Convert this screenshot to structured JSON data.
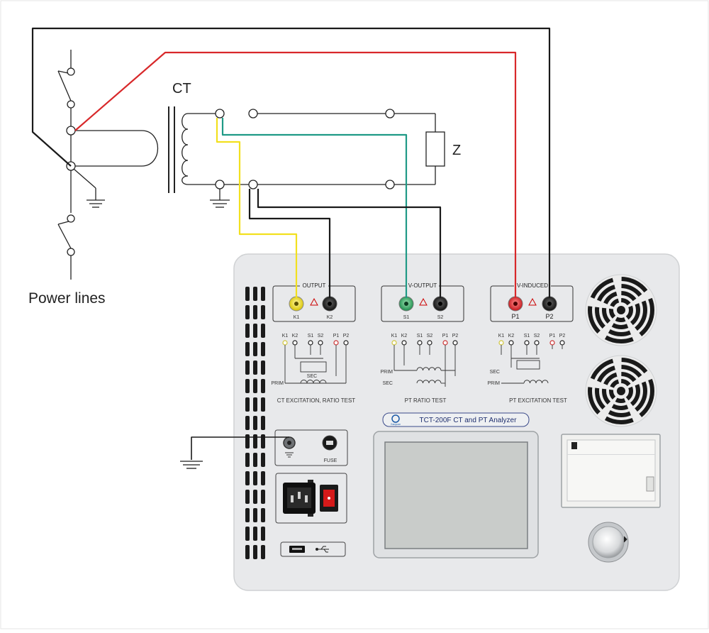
{
  "diagram": {
    "labels": {
      "ct": "CT",
      "z": "Z",
      "power_lines": "Power lines"
    }
  },
  "panel": {
    "output_block": {
      "title": "OUTPUT",
      "left": "K1",
      "right": "K2"
    },
    "v_output_block": {
      "title": "V-OUTPUT",
      "left": "S1",
      "right": "S2"
    },
    "v_induced_block": {
      "title": "V-INDUCED",
      "left": "P1",
      "right": "P2"
    },
    "terminal_labels": [
      "K1",
      "K2",
      "S1",
      "S2",
      "P1",
      "P2"
    ],
    "ct_test": {
      "title": "CT EXCITATION, RATIO TEST",
      "sec": "SEC",
      "prim": "PRIM"
    },
    "pt_ratio": {
      "title": "PT RATIO TEST",
      "prim": "PRIM",
      "sec": "SEC"
    },
    "pt_excitation": {
      "title": "PT EXCITATION TEST",
      "sec": "SEC",
      "prim": "PRIM"
    },
    "brand_label": "TCT-200F   CT and PT Analyzer",
    "brand_logo_text": "Gaoyuan",
    "fuse_label": "FUSE"
  },
  "colors": {
    "wire_red": "#d8282a",
    "wire_black": "#1a1a1a",
    "wire_yellow": "#f2e01f",
    "wire_green": "#1f9a86",
    "panel": "#e8e9eb",
    "screen": "#c9ccca"
  }
}
